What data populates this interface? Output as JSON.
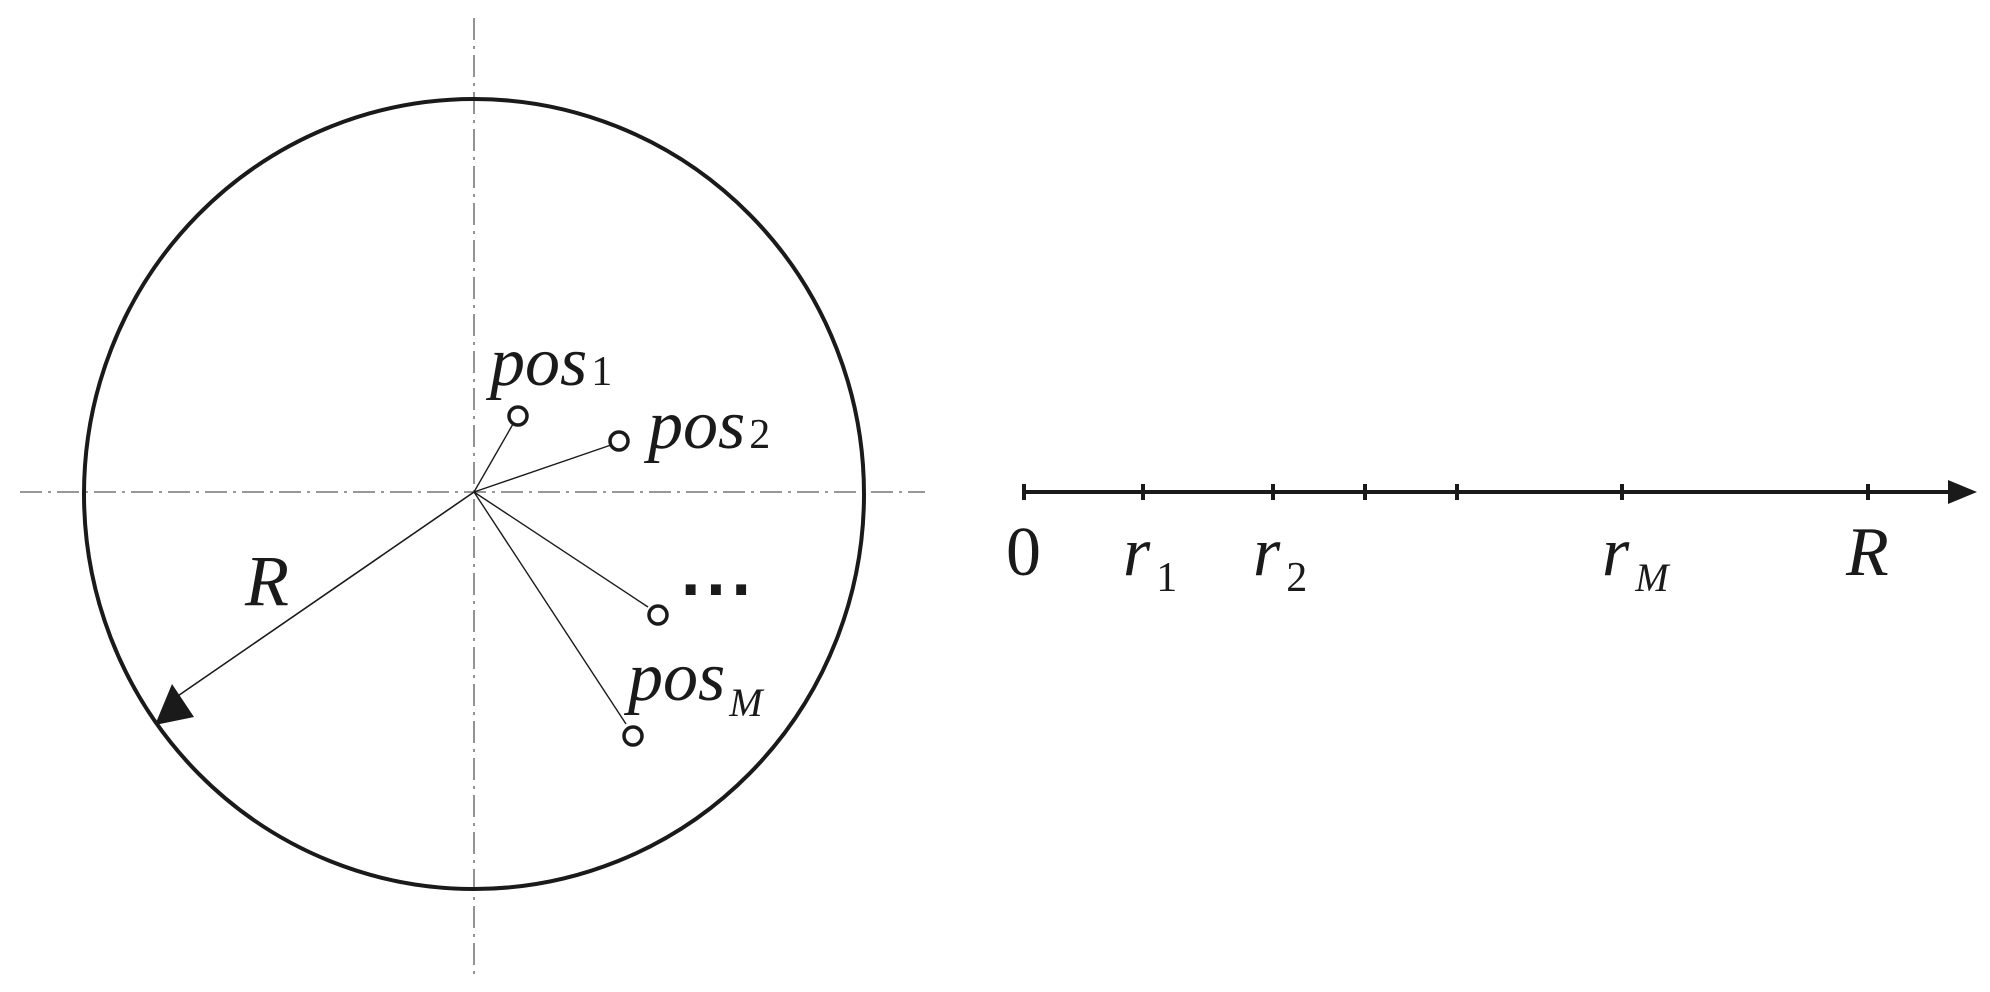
{
  "colors": {
    "ink": "#1a1a1a",
    "centerline": "#777777",
    "background": "#ffffff"
  },
  "circle": {
    "radius_label": "R",
    "points": [
      {
        "base": "pos",
        "sub": "1"
      },
      {
        "base": "pos",
        "sub": "2"
      },
      {
        "base": "pos",
        "sub": "M"
      }
    ],
    "ellipsis": "..."
  },
  "axis": {
    "ticks": [
      {
        "base": "0",
        "sub": ""
      },
      {
        "base": "r",
        "sub": "1"
      },
      {
        "base": "r",
        "sub": "2"
      },
      {
        "base": "",
        "sub": ""
      },
      {
        "base": "",
        "sub": ""
      },
      {
        "base": "r",
        "sub": "M"
      },
      {
        "base": "R",
        "sub": ""
      }
    ]
  }
}
